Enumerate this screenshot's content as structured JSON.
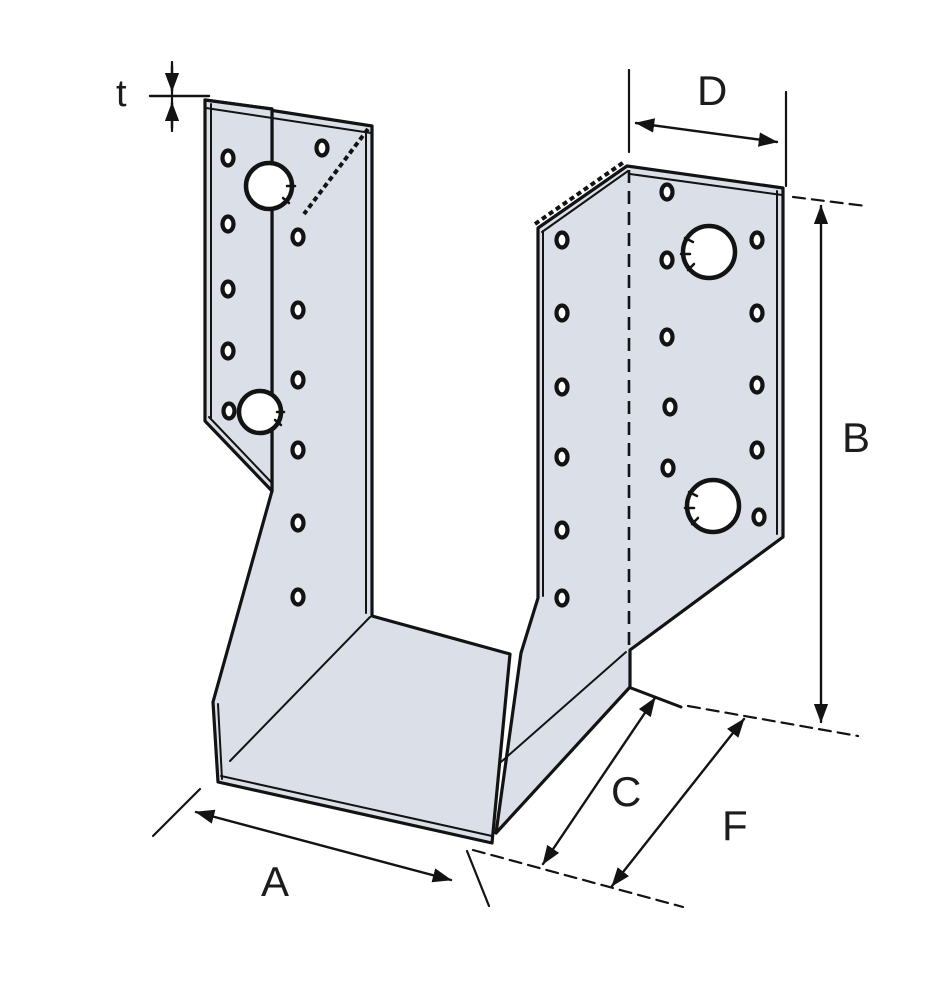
{
  "figure": {
    "title": "Joist hanger isometric technical drawing",
    "description": "U-shaped sheet-metal joist hanger with nail holes and two large bolt holes per side, annotated with dimension lines",
    "background_color": "#ffffff",
    "metal_fill_color": "#dbe0e8",
    "line_color": "#131313",
    "label_color": "#1c1c1c"
  },
  "labels": {
    "thickness": "t",
    "top_width": "D",
    "height": "B",
    "bottom_width": "A",
    "seat_depth": "C",
    "side_depth": "F"
  }
}
